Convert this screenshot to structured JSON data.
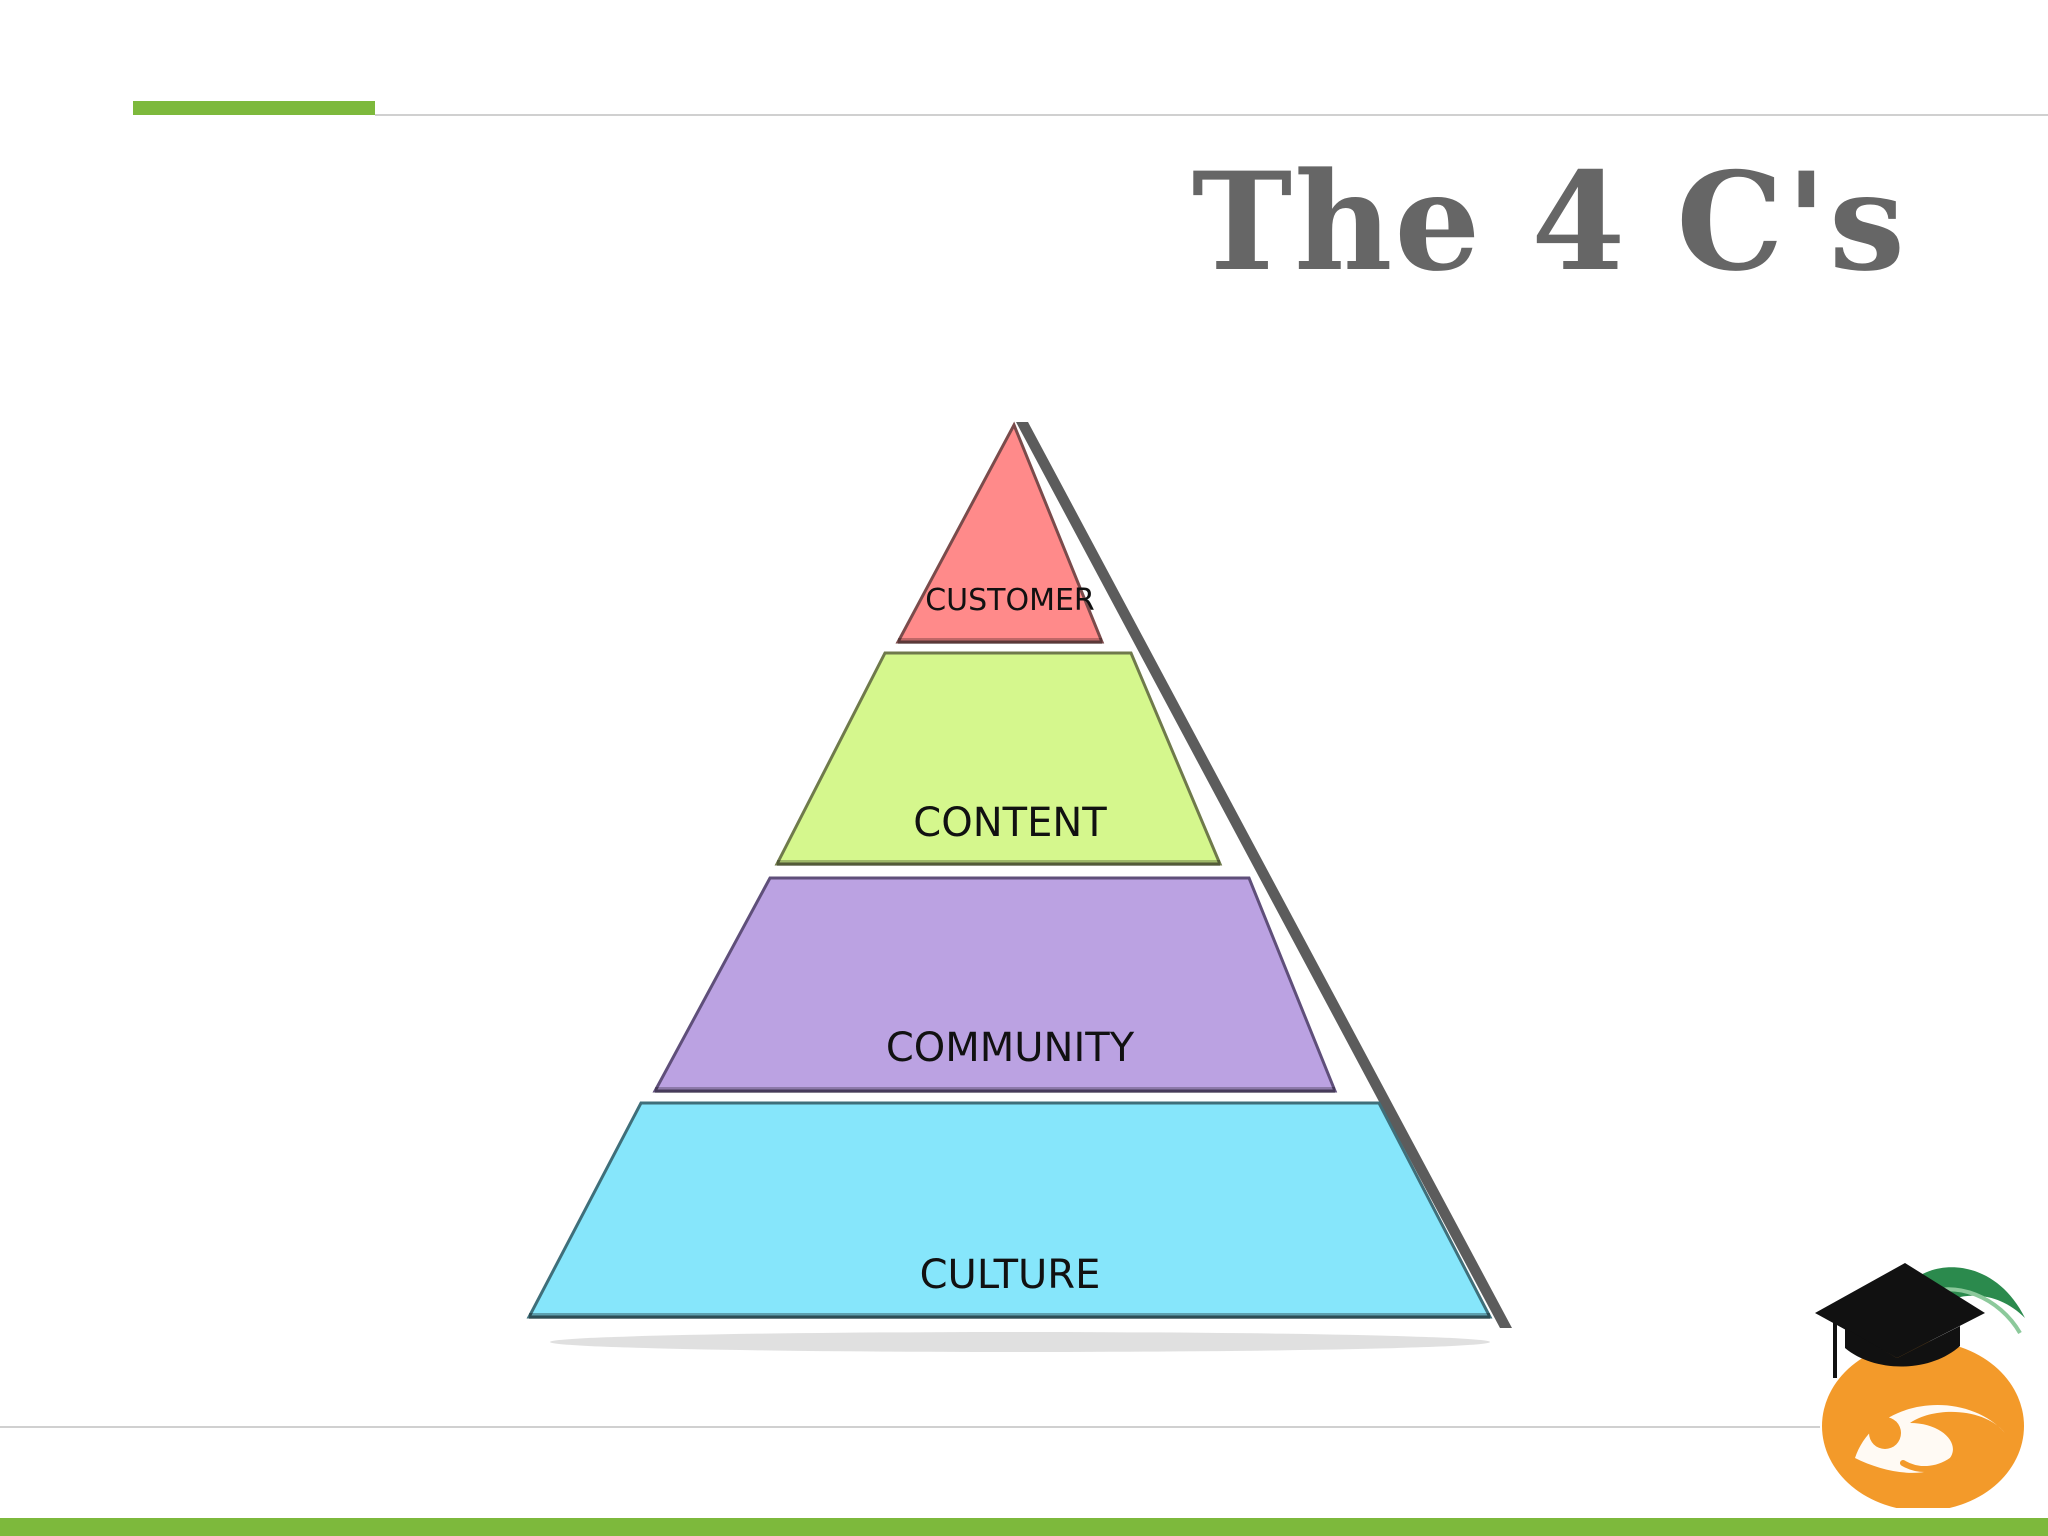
{
  "slide": {
    "title": "The 4 C's"
  },
  "pyramid": {
    "layers": [
      {
        "label": "CUSTOMER",
        "color": "#ff8a8a"
      },
      {
        "label": "CONTENT",
        "color": "#d5f78d"
      },
      {
        "label": "COMMUNITY",
        "color": "#bba2e2"
      },
      {
        "label": "CULTURE",
        "color": "#86e6fb"
      }
    ]
  },
  "colors": {
    "accent": "#7db93c",
    "title": "#666666",
    "rule": "#d0d0d0",
    "logo_orange": "#f39a2a",
    "logo_leaf": "#2b8a4d"
  },
  "logo": {
    "icon": "graduation-cap-orange-drop-logo"
  }
}
